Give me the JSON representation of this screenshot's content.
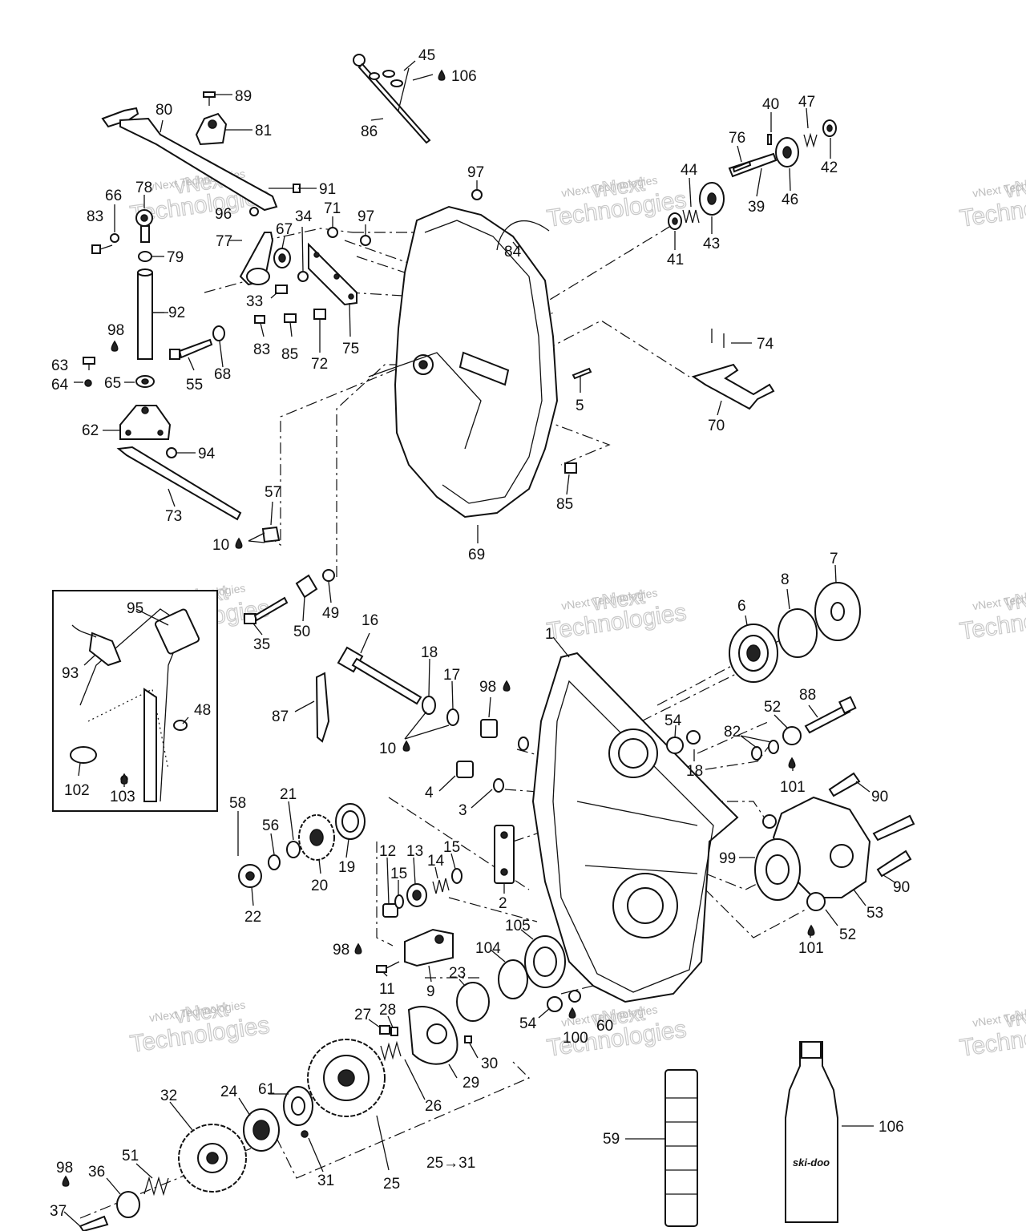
{
  "watermark": {
    "line1": "vNext",
    "line2": "Technologies",
    "small": "vNext Technologies"
  },
  "parts": {
    "p1": "1",
    "p2": "2",
    "p3": "3",
    "p4": "4",
    "p5": "5",
    "p6": "6",
    "p7": "7",
    "p8": "8",
    "p9": "9",
    "p10a": "10",
    "p10b": "10",
    "p11": "11",
    "p12": "12",
    "p13": "13",
    "p14": "14",
    "p15a": "15",
    "p15b": "15",
    "p16": "16",
    "p17": "17",
    "p18a": "18",
    "p18b": "18",
    "p19": "19",
    "p20": "20",
    "p21": "21",
    "p22": "22",
    "p23": "23",
    "p24": "24",
    "p25": "25",
    "p25_31": "25→31",
    "p26": "26",
    "p27": "27",
    "p28": "28",
    "p29": "29",
    "p30": "30",
    "p31": "31",
    "p32": "32",
    "p33": "33",
    "p34": "34",
    "p35": "35",
    "p36": "36",
    "p37": "37",
    "p39": "39",
    "p40": "40",
    "p41": "41",
    "p42": "42",
    "p43": "43",
    "p44": "44",
    "p45": "45",
    "p46": "46",
    "p47": "47",
    "p48": "48",
    "p49": "49",
    "p50": "50",
    "p51": "51",
    "p52a": "52",
    "p52b": "52",
    "p53": "53",
    "p54a": "54",
    "p54b": "54",
    "p55": "55",
    "p56": "56",
    "p57": "57",
    "p58": "58",
    "p59": "59",
    "p60": "60",
    "p61": "61",
    "p62": "62",
    "p63": "63",
    "p64": "64",
    "p65": "65",
    "p66": "66",
    "p67": "67",
    "p68": "68",
    "p69": "69",
    "p70": "70",
    "p71": "71",
    "p72": "72",
    "p73": "73",
    "p74": "74",
    "p75": "75",
    "p76": "76",
    "p77": "77",
    "p78": "78",
    "p79": "79",
    "p80": "80",
    "p81": "81",
    "p82": "82",
    "p83a": "83",
    "p83b": "83",
    "p84": "84",
    "p85a": "85",
    "p85b": "85",
    "p86": "86",
    "p87": "87",
    "p88": "88",
    "p89": "89",
    "p90a": "90",
    "p90b": "90",
    "p91": "91",
    "p92": "92",
    "p93": "93",
    "p94": "94",
    "p95": "95",
    "p96": "96",
    "p97a": "97",
    "p97b": "97",
    "p98a": "98",
    "p98b": "98",
    "p98c": "98",
    "p98d": "98",
    "p99": "99",
    "p100": "100",
    "p101a": "101",
    "p101b": "101",
    "p102": "102",
    "p103": "103",
    "p104": "104",
    "p105": "105",
    "p106a": "106",
    "p106b": "106"
  },
  "bottle_label": "ski-doo"
}
